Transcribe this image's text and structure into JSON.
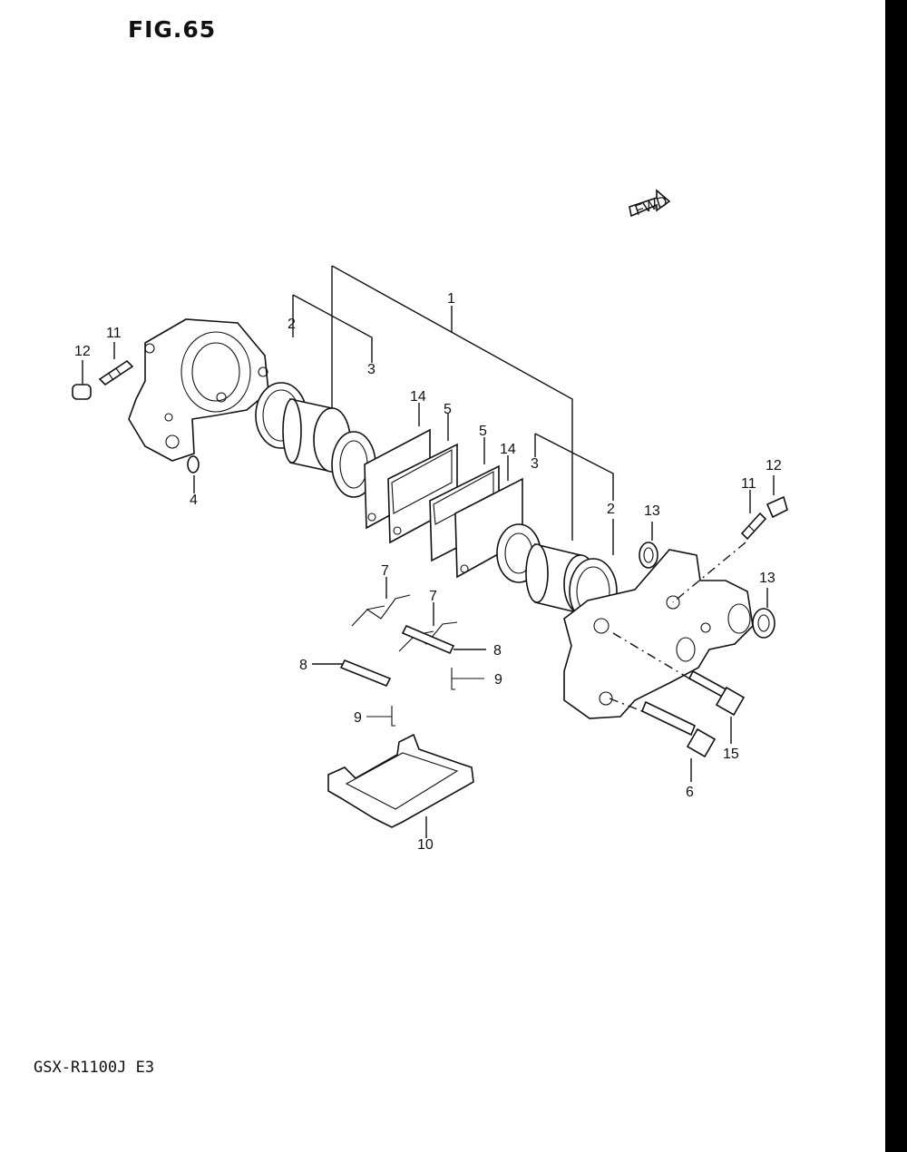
{
  "title": "FIG.65",
  "model": "GSX-R1100J E3",
  "fwd_label": "FWD",
  "callouts": {
    "c1": "1",
    "c2a": "2",
    "c2b": "2",
    "c3a": "3",
    "c3b": "3",
    "c4": "4",
    "c5a": "5",
    "c5b": "5",
    "c6": "6",
    "c7a": "7",
    "c7b": "7",
    "c8a": "8",
    "c8b": "8",
    "c9a": "9",
    "c9b": "9",
    "c10": "10",
    "c11a": "11",
    "c11b": "11",
    "c12a": "12",
    "c12b": "12",
    "c13a": "13",
    "c13b": "13",
    "c14a": "14",
    "c14b": "14",
    "c15": "15"
  }
}
